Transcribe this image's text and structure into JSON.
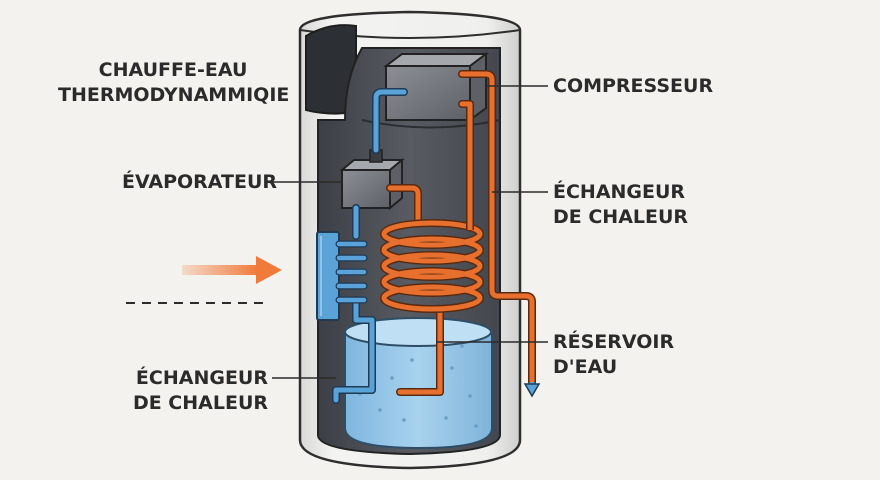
{
  "title": {
    "line1": "CHAUFFE-EAU",
    "line2": "THERMODYNAMMIQIE"
  },
  "labels": {
    "compresseur": "COMPRESSEUR",
    "evaporateur": "ÉVAPORATEUR",
    "echangeur_upper": {
      "line1": "ÉCHANGEUR",
      "line2": "DE CHALEUR"
    },
    "reservoir": {
      "line1": "RÉSERVOIR",
      "line2": "D'EAU"
    },
    "echangeur_lower": {
      "line1": "ÉCHANGEUR",
      "line2": "DE CHALEUR"
    }
  },
  "colors": {
    "hot_pipe": "#e8702e",
    "cold_pipe": "#5aa3d8",
    "water": "#9fcbe8",
    "casing": "#ececea",
    "interior": "#4a4e55",
    "arrow": "#f07a3a"
  }
}
